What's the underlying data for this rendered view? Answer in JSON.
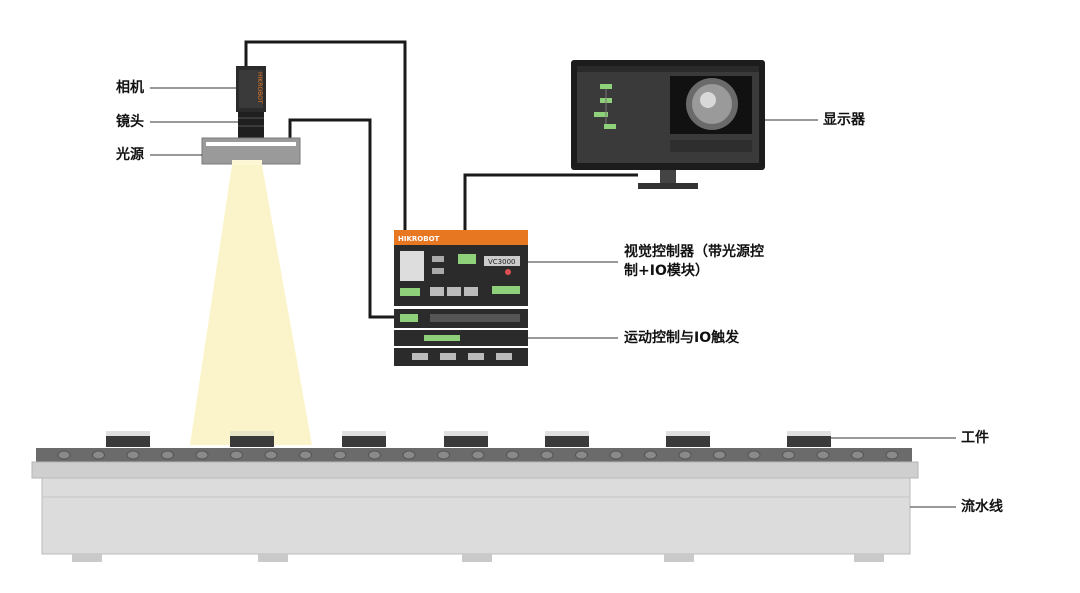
{
  "labels": {
    "camera": "相机",
    "lens": "镜头",
    "light_source": "光源",
    "monitor": "显示器",
    "vision_controller": "视觉控制器（带光源控制+IO模块）",
    "motion_control": "运动控制与IO触发",
    "workpiece": "工件",
    "conveyor": "流水线"
  },
  "device": {
    "camera_brand": "HIKROBOT",
    "controller_brand": "HIKROBOT",
    "controller_model": "VC3000"
  },
  "colors": {
    "accent": "#e87722",
    "cable": "#1a1a1a",
    "leader": "#333333",
    "light_beam": "#fbf3c4",
    "device_body": "#2b2b2b",
    "conveyor_body": "#dcdcdc",
    "belt": "#6b6b6b",
    "green_led": "#8fd17a"
  }
}
